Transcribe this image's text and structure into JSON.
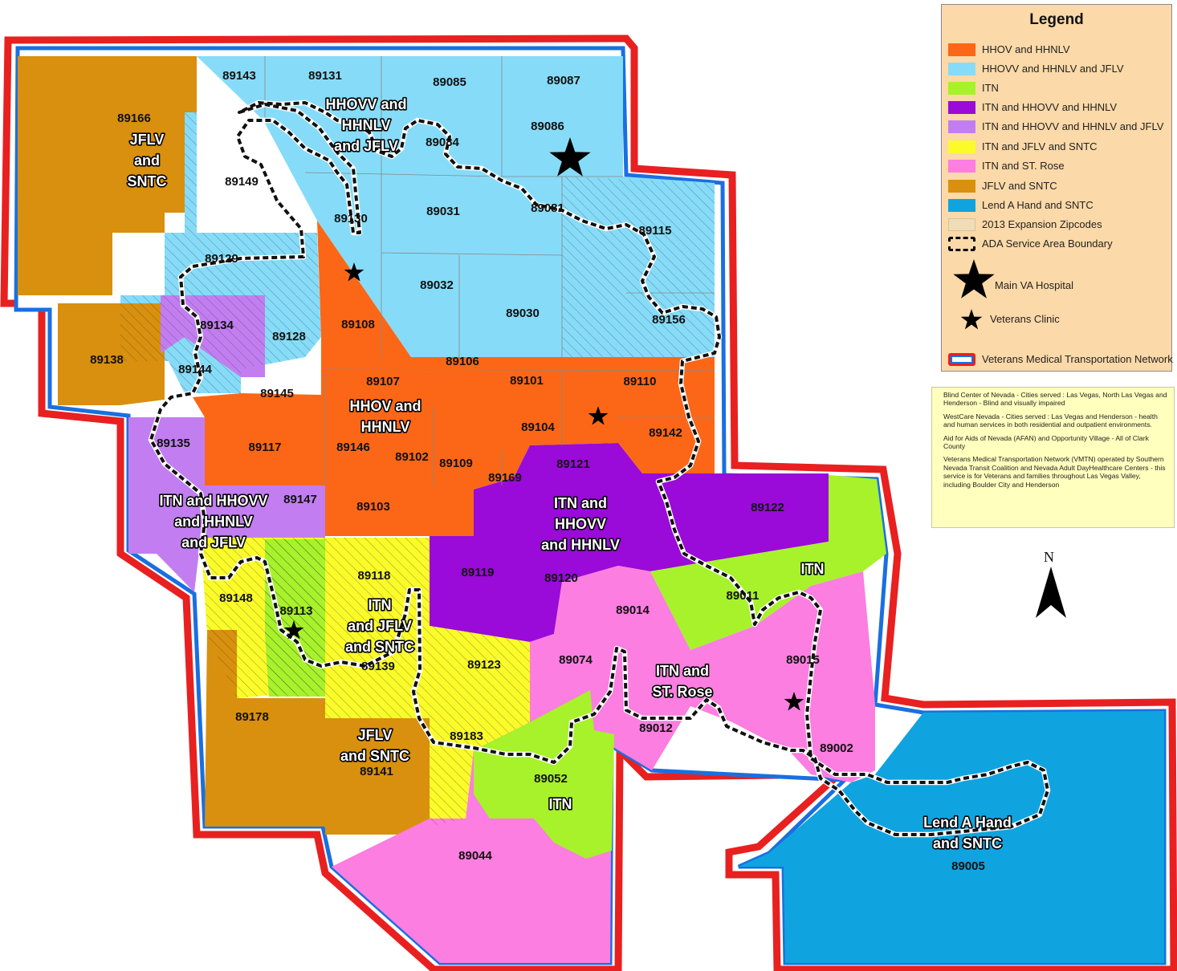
{
  "legend": {
    "title": "Legend",
    "items": [
      {
        "label": "HHOV and HHNLV",
        "color": "#fb6717"
      },
      {
        "label": "HHOVV and HHNLV and JFLV",
        "color": "#86dcf8"
      },
      {
        "label": "ITN",
        "color": "#a7f22a"
      },
      {
        "label": "ITN and HHOVV and HHNLV",
        "color": "#9a0ad9"
      },
      {
        "label": "ITN and HHOVV and HHNLV and JFLV",
        "color": "#c27ef0"
      },
      {
        "label": "ITN and JFLV and SNTC",
        "color": "#fbfb2a"
      },
      {
        "label": "ITN and ST. Rose",
        "color": "#fb7ee0"
      },
      {
        "label": "JFLV and SNTC",
        "color": "#d8900e"
      },
      {
        "label": "Lend A Hand and SNTC",
        "color": "#0fa4e0"
      },
      {
        "label": "2013 Expansion Zipcodes",
        "color": "#e8e2c8"
      },
      {
        "label": "ADA Service Area Boundary",
        "color": "#000000"
      },
      {
        "label": "Main VA Hospital",
        "icon": "large-star-icon"
      },
      {
        "label": "Veterans Clinic",
        "icon": "small-star-icon"
      },
      {
        "label": "Veterans Medical Transportation Network",
        "color": "#e82020"
      }
    ]
  },
  "notes": [
    "Blind Center of Nevada - Cities served : Las Vegas, North Las Vegas and Henderson - Blind and visually impaired",
    "WestCare Nevada  - Cities served : Las Vegas and Henderson - health and human services in both residential and outpatient environments.",
    "Aid for Aids of Nevada (AFAN) and Opportunity Village  - All of Clark County",
    "Veterans Medical Transportation Network (VMTN) operated by Southern Nevada Transit Coalition and Nevada Adult DayHealthcare Centers - this service is for Veterans and families throughout Las Vegas Valley, including Boulder City and Henderson"
  ],
  "north_label": "N",
  "region_labels": [
    {
      "id": "a1",
      "lines": [
        "HHOVV and",
        "HHNLV",
        "and JFLV"
      ]
    },
    {
      "id": "a2",
      "lines": [
        "JFLV",
        "and",
        "SNTC"
      ]
    },
    {
      "id": "a3",
      "lines": [
        "HHOV and",
        "HHNLV"
      ]
    },
    {
      "id": "a4",
      "lines": [
        "ITN and HHOVV",
        "and HHNLV",
        "and JFLV"
      ]
    },
    {
      "id": "a5",
      "lines": [
        "ITN and",
        "HHOVV",
        "and HHNLV"
      ]
    },
    {
      "id": "a6",
      "lines": [
        "ITN"
      ]
    },
    {
      "id": "a7",
      "lines": [
        "ITN",
        "and JFLV",
        "and SNTC"
      ]
    },
    {
      "id": "a8",
      "lines": [
        "ITN and",
        "ST. Rose"
      ]
    },
    {
      "id": "a9",
      "lines": [
        "JFLV",
        "and SNTC"
      ]
    },
    {
      "id": "a10",
      "lines": [
        "ITN"
      ]
    },
    {
      "id": "a11",
      "lines": [
        "Lend A Hand",
        "and SNTC"
      ]
    }
  ],
  "zip_labels": [
    "89143",
    "89131",
    "89085",
    "89087",
    "89166",
    "89086",
    "89084",
    "89149",
    "89130",
    "89031",
    "89081",
    "89115",
    "89129",
    "89032",
    "89030",
    "89134",
    "89156",
    "89108",
    "89128",
    "89138",
    "89144",
    "89106",
    "89107",
    "89101",
    "89110",
    "89145",
    "89104",
    "89142",
    "89135",
    "89117",
    "89146",
    "89102",
    "89109",
    "89121",
    "89169",
    "89147",
    "89103",
    "89122",
    "89119",
    "89118",
    "89120",
    "89011",
    "89148",
    "89113",
    "89014",
    "89074",
    "89015",
    "89139",
    "89123",
    "89178",
    "89012",
    "89183",
    "89002",
    "89141",
    "89052",
    "89044",
    "89005"
  ]
}
